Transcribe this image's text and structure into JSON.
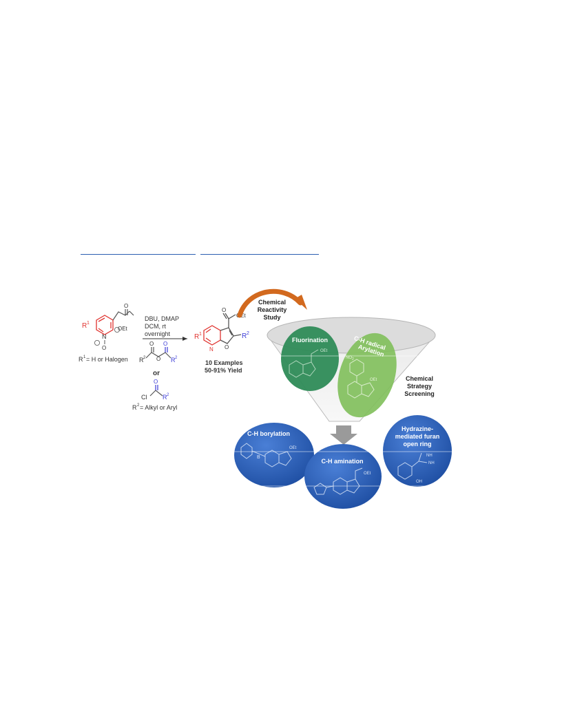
{
  "reaction": {
    "r1": "R",
    "r1_sup": "1",
    "r2": "R",
    "r2_sup": "2",
    "ester": "OEt",
    "oxygen": "O",
    "nitrogen": "N",
    "chlorine": "Cl",
    "cond_line1": "DBU, DMAP",
    "cond_line2": "DCM, rt",
    "cond_line3": "overnight",
    "r1_def": "= H or Halogen",
    "or_text": "or",
    "r2_def": "= Alkyl or Aryl",
    "examples": "10 Examples",
    "yield": "50-91% Yield"
  },
  "funnel": {
    "top_label_1": "Chemical",
    "top_label_2": "Reactivity",
    "top_label_3": "Study",
    "side_label_1": "Chemical",
    "side_label_2": "Strategy",
    "side_label_3": "Screening",
    "fluorination": "Fluorination",
    "ch_radical_1": "C-H radical",
    "ch_radical_2": "Arylation",
    "no2": "NO",
    "no2_sub": "2"
  },
  "outcomes": {
    "borylation": "C-H borylation",
    "amination": "C-H amination",
    "hydrazine_1": "Hydrazine-",
    "hydrazine_2": "mediated furan",
    "hydrazine_3": "open ring",
    "nh": "NH",
    "oh": "OH",
    "b": "B"
  },
  "colors": {
    "red": "#e0332f",
    "blue": "#3b3bd6",
    "dark_green": "#2e8b57",
    "light_green": "#7fbf5a",
    "circle_blue": "#2f62b8",
    "arrow_orange": "#d2691e",
    "link_blue": "#2a5db0"
  }
}
